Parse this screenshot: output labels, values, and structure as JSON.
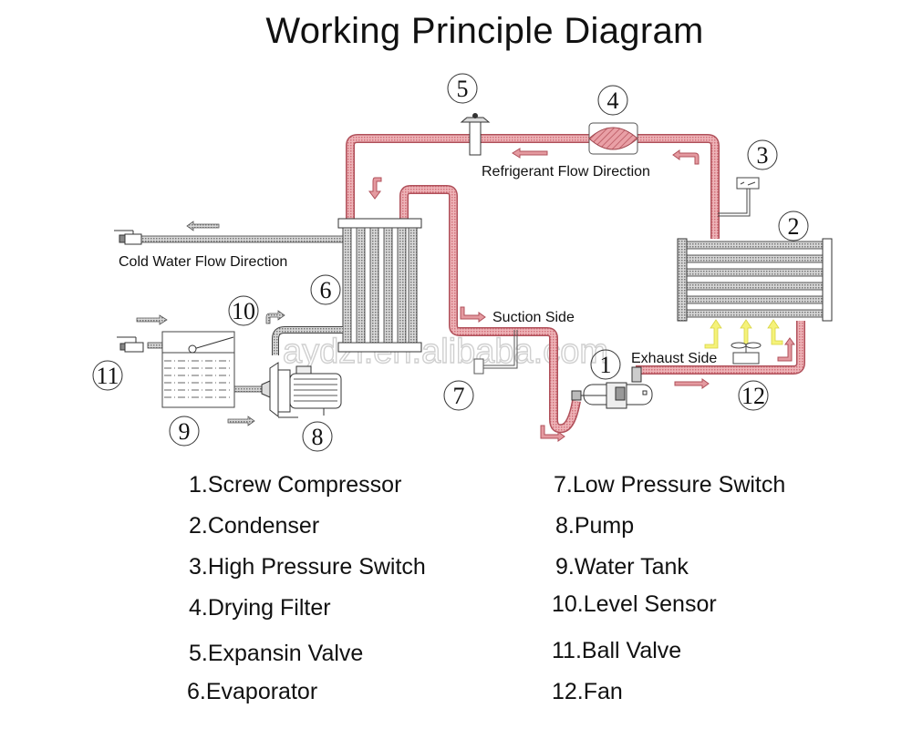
{
  "title": "Working Principle Diagram",
  "diagram": {
    "flow_labels": {
      "refrigerant": "Refrigerant Flow Direction",
      "cold_water": "Cold Water Flow Direction",
      "suction": "Suction Side",
      "exhaust": "Exhaust Side"
    },
    "watermark": "aydzl.en.alibaba.com",
    "callouts": [
      "1",
      "2",
      "3",
      "4",
      "5",
      "6",
      "7",
      "8",
      "9",
      "10",
      "11",
      "12"
    ],
    "colors": {
      "refrigerant_pipe": "#e8a0a6",
      "refrigerant_stroke": "#c0505a",
      "water_pipe": "#9a9a9a",
      "airflow": "#f2f080"
    }
  },
  "legend": [
    {
      "label": "1.Screw Compressor"
    },
    {
      "label": "2.Condenser"
    },
    {
      "label": "3.High Pressure Switch"
    },
    {
      "label": "4.Drying Filter"
    },
    {
      "label": "5.Expansin Valve"
    },
    {
      "label": "6.Evaporator"
    },
    {
      "label": "7.Low Pressure Switch"
    },
    {
      "label": "8.Pump"
    },
    {
      "label": "9.Water Tank"
    },
    {
      "label": "10.Level Sensor"
    },
    {
      "label": "11.Ball Valve"
    },
    {
      "label": "12.Fan"
    }
  ]
}
